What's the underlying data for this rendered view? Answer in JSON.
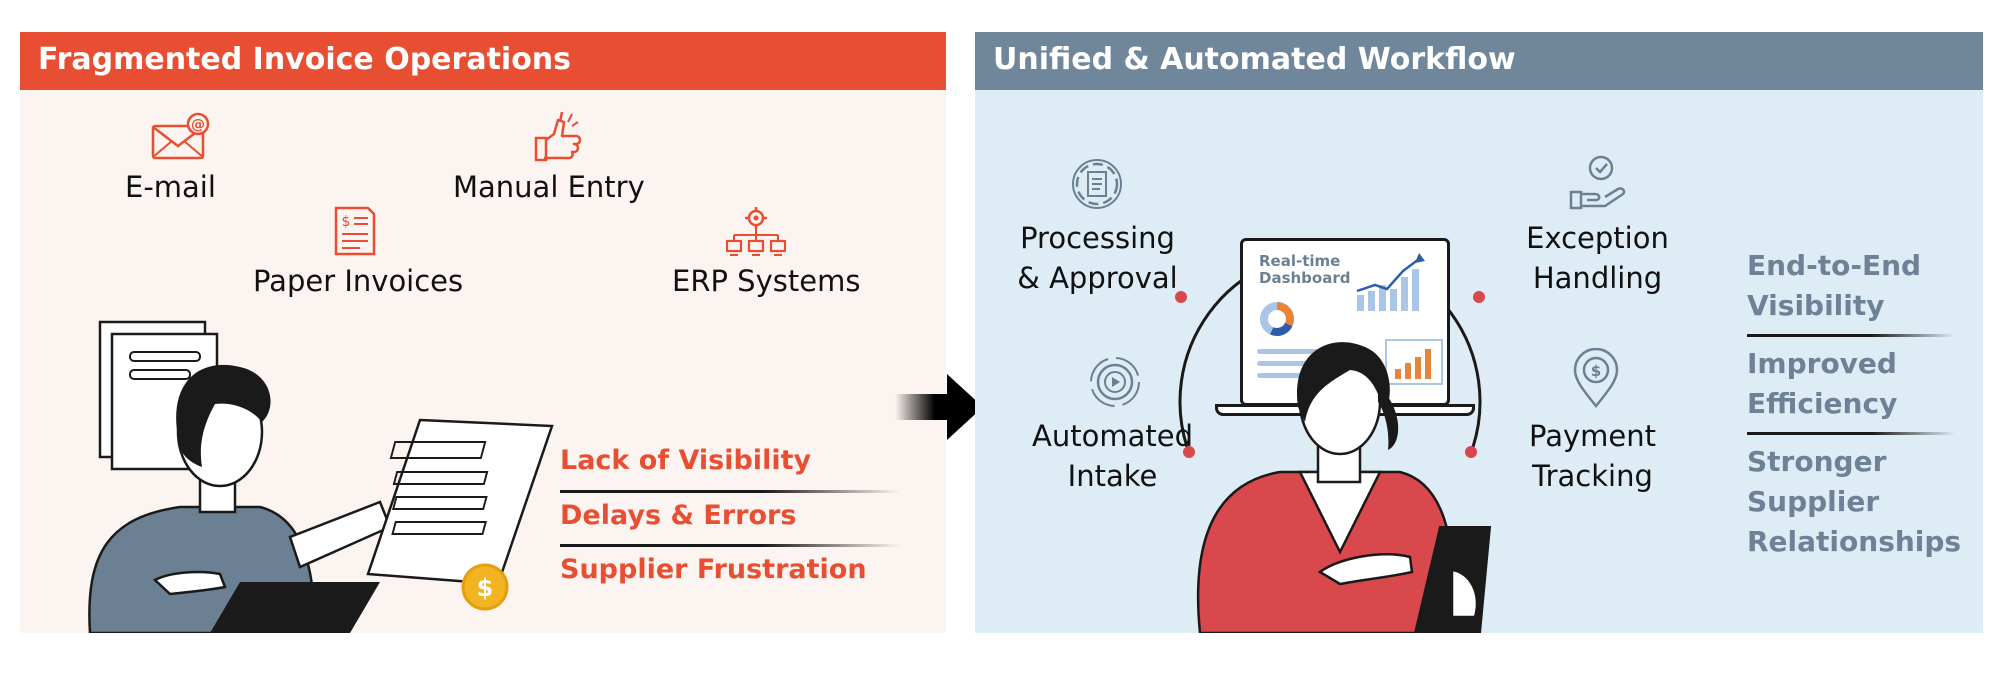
{
  "left_panel": {
    "title": "Fragmented Invoice Operations",
    "sources": [
      {
        "label": "E-mail",
        "icon": "email-icon"
      },
      {
        "label": "Manual Entry",
        "icon": "manual-entry-icon"
      },
      {
        "label": "Paper Invoices",
        "icon": "paper-invoice-icon"
      },
      {
        "label": "ERP Systems",
        "icon": "erp-systems-icon"
      }
    ],
    "pain_points": [
      "Lack of Visibility",
      "Delays & Errors",
      "Supplier Frustration"
    ]
  },
  "right_panel": {
    "title": "Unified & Automated Workflow",
    "steps": [
      {
        "line1": "Processing",
        "line2": "& Approval",
        "icon": "processing-gear-icon"
      },
      {
        "line1": "Exception",
        "line2": "Handling",
        "icon": "exception-handling-icon"
      },
      {
        "line1": "Automated",
        "line2": "Intake",
        "icon": "automated-intake-icon"
      },
      {
        "line1": "Payment",
        "line2": "Tracking",
        "icon": "payment-tracking-icon"
      }
    ],
    "dashboard": {
      "line1": "Real-time",
      "line2": "Dashboard"
    },
    "benefits": [
      {
        "line1": "End-to-End",
        "line2": "Visibility"
      },
      {
        "line1": "Improved",
        "line2": "Efficiency"
      },
      {
        "line1": "Stronger",
        "line2": "Supplier",
        "line3": "Relationships"
      }
    ]
  },
  "colors": {
    "orange_header": "#e84f32",
    "left_panel_bg": "#fcf4f0",
    "slate_header": "#70869b",
    "right_panel_bg": "#deecf5",
    "pain_text": "#e84f32",
    "benefit_text": "#6e8196",
    "shirt_slate": "#6b8193",
    "shirt_red": "#d9484d",
    "coin_gold": "#f2b521"
  }
}
